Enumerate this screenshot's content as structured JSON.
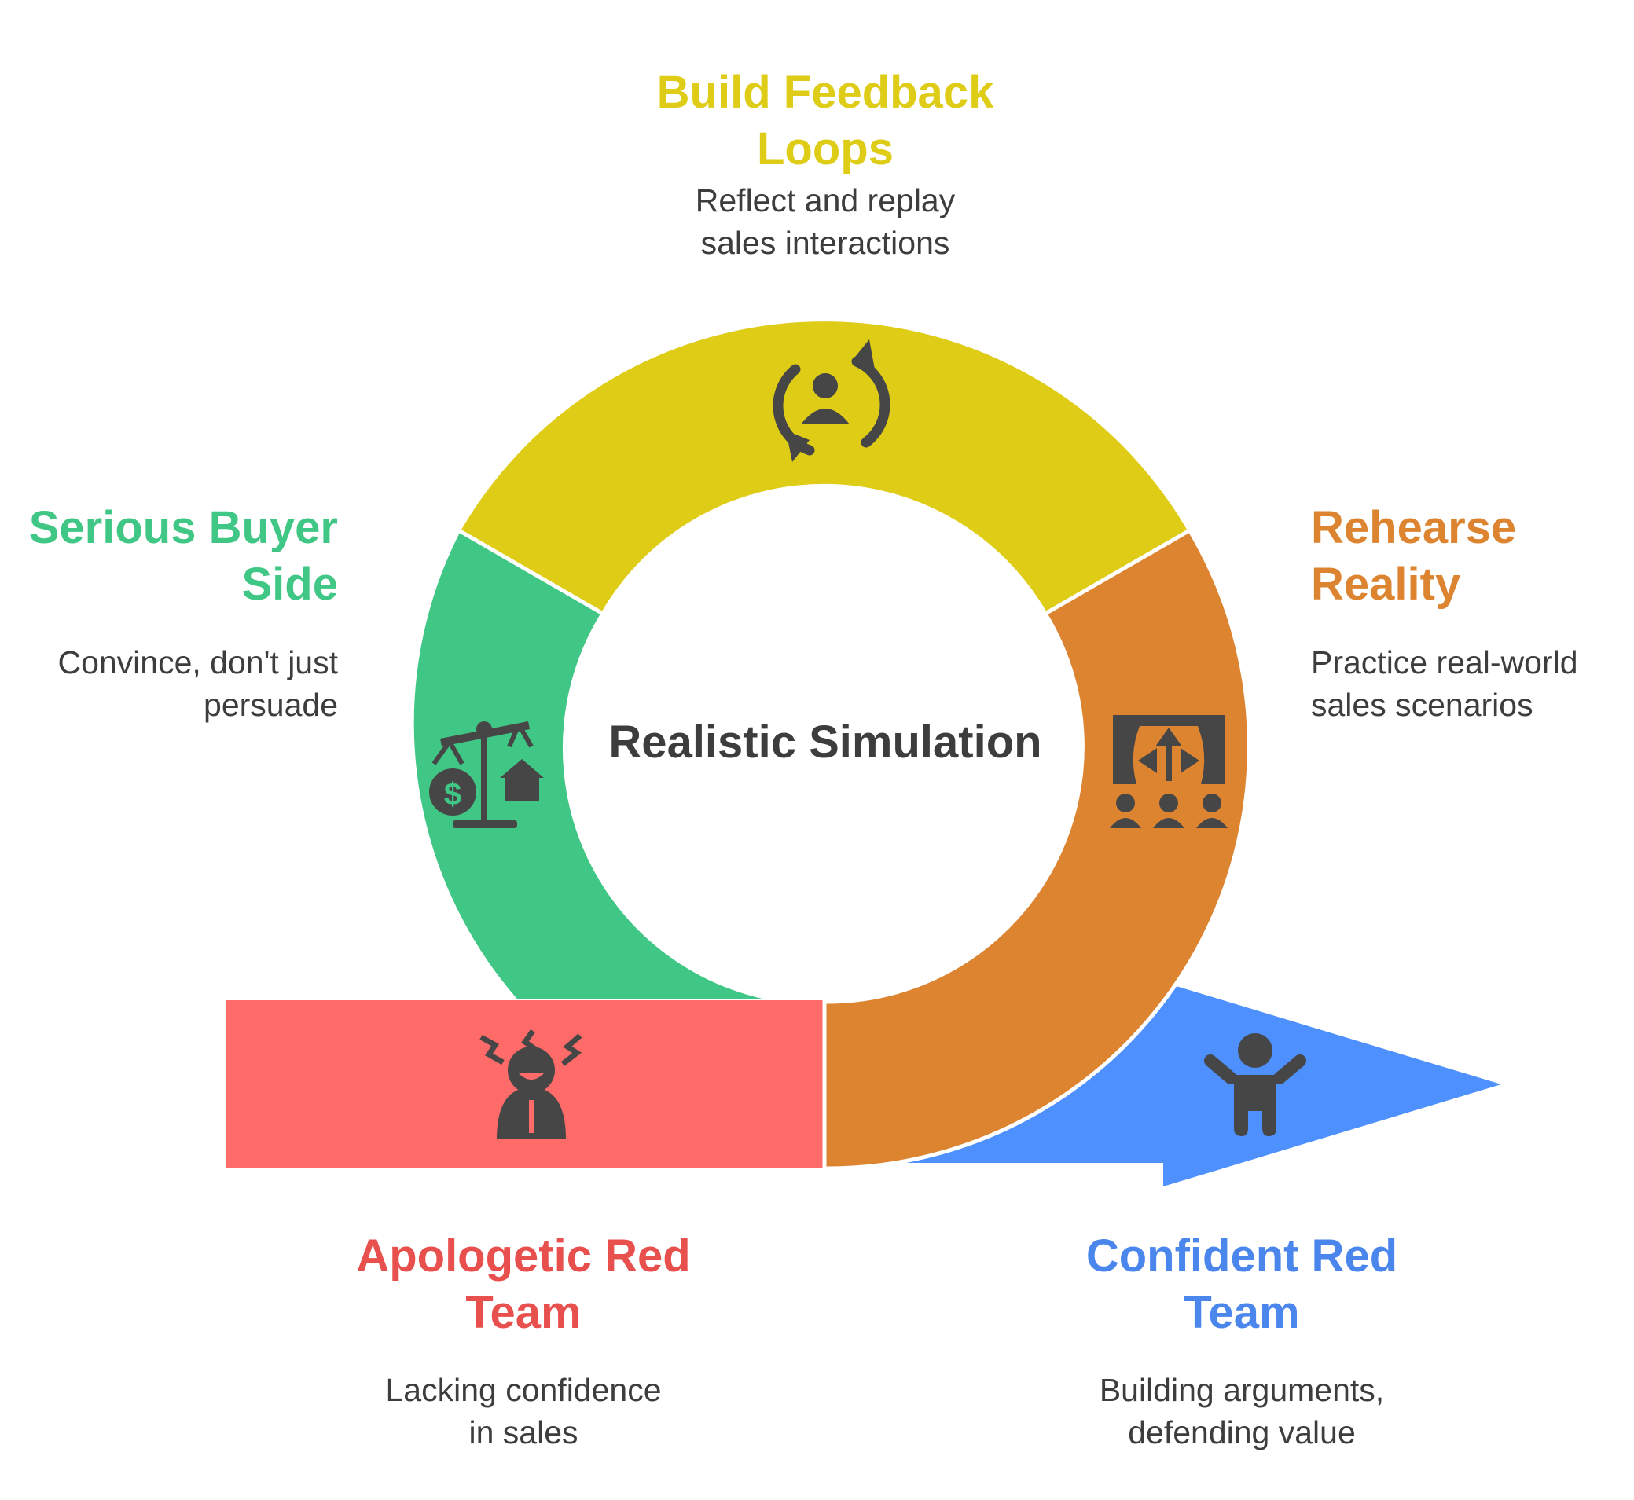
{
  "center": {
    "title": "Realistic Simulation"
  },
  "stages": {
    "feedback": {
      "title": "Build Feedback\nLoops",
      "description": "Reflect and replay\nsales interactions",
      "color": "#DECC17",
      "icon": "person-cycle-icon"
    },
    "buyer": {
      "title": "Serious Buyer\nSide",
      "description": "Convince, don't just\npersuade",
      "color": "#40C785",
      "icon": "balance-scale-icon"
    },
    "rehearse": {
      "title": "Rehearse\nReality",
      "description": "Practice real-world\nsales scenarios",
      "color": "#DD8431",
      "icon": "theater-stage-icon"
    },
    "apologetic": {
      "title": "Apologetic Red\nTeam",
      "description": "Lacking confidence\nin sales",
      "color": "#FF6B68",
      "label_color": "#E8504E",
      "icon": "stressed-person-icon"
    },
    "confident": {
      "title": "Confident Red\nTeam",
      "description": "Building arguments,\ndefending value",
      "color": "#4D90FE",
      "label_color": "#4A86EC",
      "icon": "cheering-person-icon"
    }
  }
}
